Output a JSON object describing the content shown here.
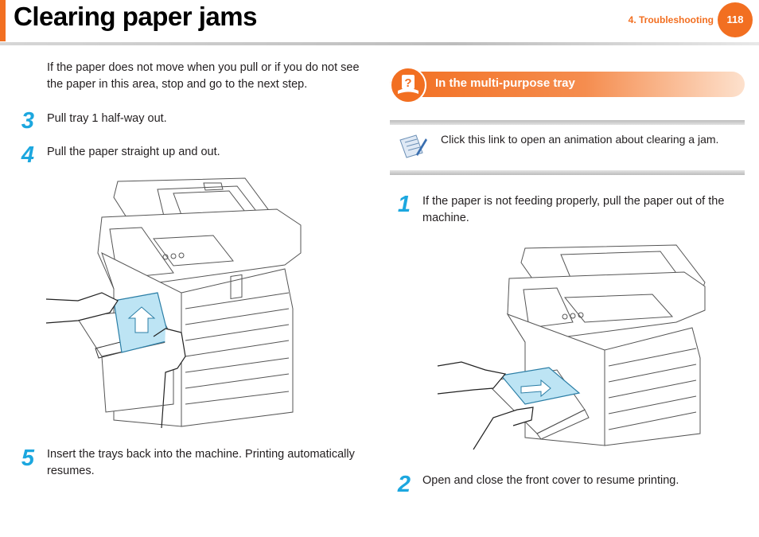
{
  "header": {
    "title": "Clearing paper jams",
    "section": "4.  Troubleshooting",
    "page_number": "118"
  },
  "left": {
    "intro": "If the paper does not move when you pull or if you do not see the paper in this area, stop and go to the next step.",
    "steps": [
      {
        "num": "3",
        "text": "Pull tray 1 half-way out."
      },
      {
        "num": "4",
        "text": "Pull the paper straight up and out."
      },
      {
        "num": "5",
        "text": "Insert the trays back into the machine. Printing automatically resumes."
      }
    ]
  },
  "right": {
    "banner": "In the multi-purpose tray",
    "note": "Click this link to open an animation about clearing a jam.",
    "steps": [
      {
        "num": "1",
        "text": "If the paper is not feeding properly, pull the paper out of the machine."
      },
      {
        "num": "2",
        "text": "Open and close the front cover to resume printing."
      }
    ]
  },
  "colors": {
    "accent": "#f26f21",
    "step": "#1ca7df"
  },
  "icons": [
    "question-book-icon",
    "animation-note-icon",
    "printer-illustration",
    "hands-illustration"
  ]
}
